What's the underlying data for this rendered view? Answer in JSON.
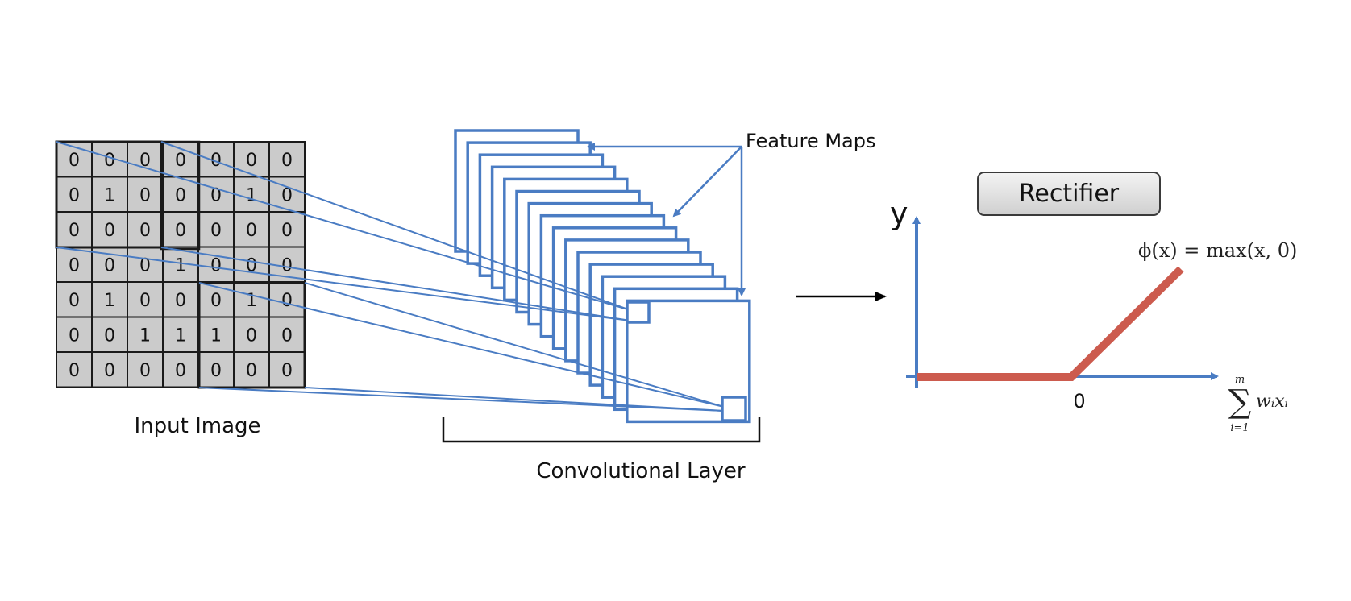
{
  "input_image": {
    "label": "Input Image",
    "grid": [
      [
        "0",
        "0",
        "0",
        "0",
        "0",
        "0",
        "0"
      ],
      [
        "0",
        "1",
        "0",
        "0",
        "0",
        "1",
        "0"
      ],
      [
        "0",
        "0",
        "0",
        "0",
        "0",
        "0",
        "0"
      ],
      [
        "0",
        "0",
        "0",
        "1",
        "0",
        "0",
        "0"
      ],
      [
        "0",
        "1",
        "0",
        "0",
        "0",
        "1",
        "0"
      ],
      [
        "0",
        "0",
        "1",
        "1",
        "1",
        "0",
        "0"
      ],
      [
        "0",
        "0",
        "0",
        "0",
        "0",
        "0",
        "0"
      ]
    ]
  },
  "feature_maps": {
    "label": "Feature Maps",
    "count": 15
  },
  "conv_layer": {
    "label": "Convolutional Layer"
  },
  "rectifier": {
    "button_label": "Rectifier",
    "y_axis_label": "y",
    "origin_label": "0",
    "formula_phi": "ϕ(x) = max(x, 0)",
    "sum_upper": "m",
    "sum_symbol": "∑",
    "sum_lower": "i=1",
    "sum_term": "wᵢxᵢ"
  },
  "colors": {
    "blue": "#4a7cc3",
    "red": "#cc5b4e",
    "cell": "#cbcbcb"
  }
}
